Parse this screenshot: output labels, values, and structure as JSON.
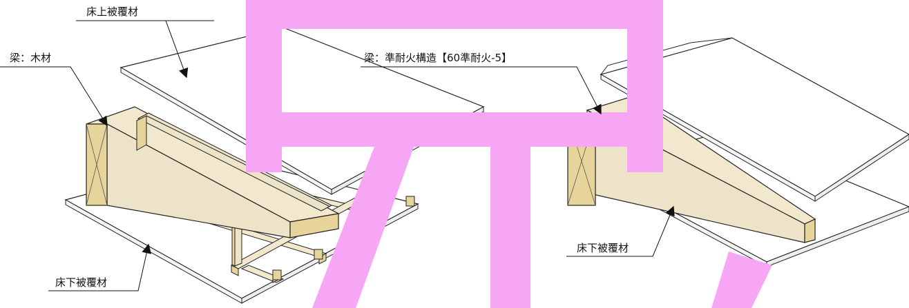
{
  "labels": {
    "floor_top_cover": "床上被覆材",
    "beam_wood": "梁：木材",
    "floor_bottom_cover_left": "床下被覆材",
    "beam_fire": "梁：準耐火構造【60準耐火-5】",
    "floor_bottom_cover_right": "床下被覆材"
  },
  "colors": {
    "wood_end": "#e6d49a",
    "wood_top": "#f2e8cd",
    "wood_side": "#ece3c9",
    "panel": "#ffffff",
    "overlay": "#f7a6f5",
    "line": "#222222"
  }
}
